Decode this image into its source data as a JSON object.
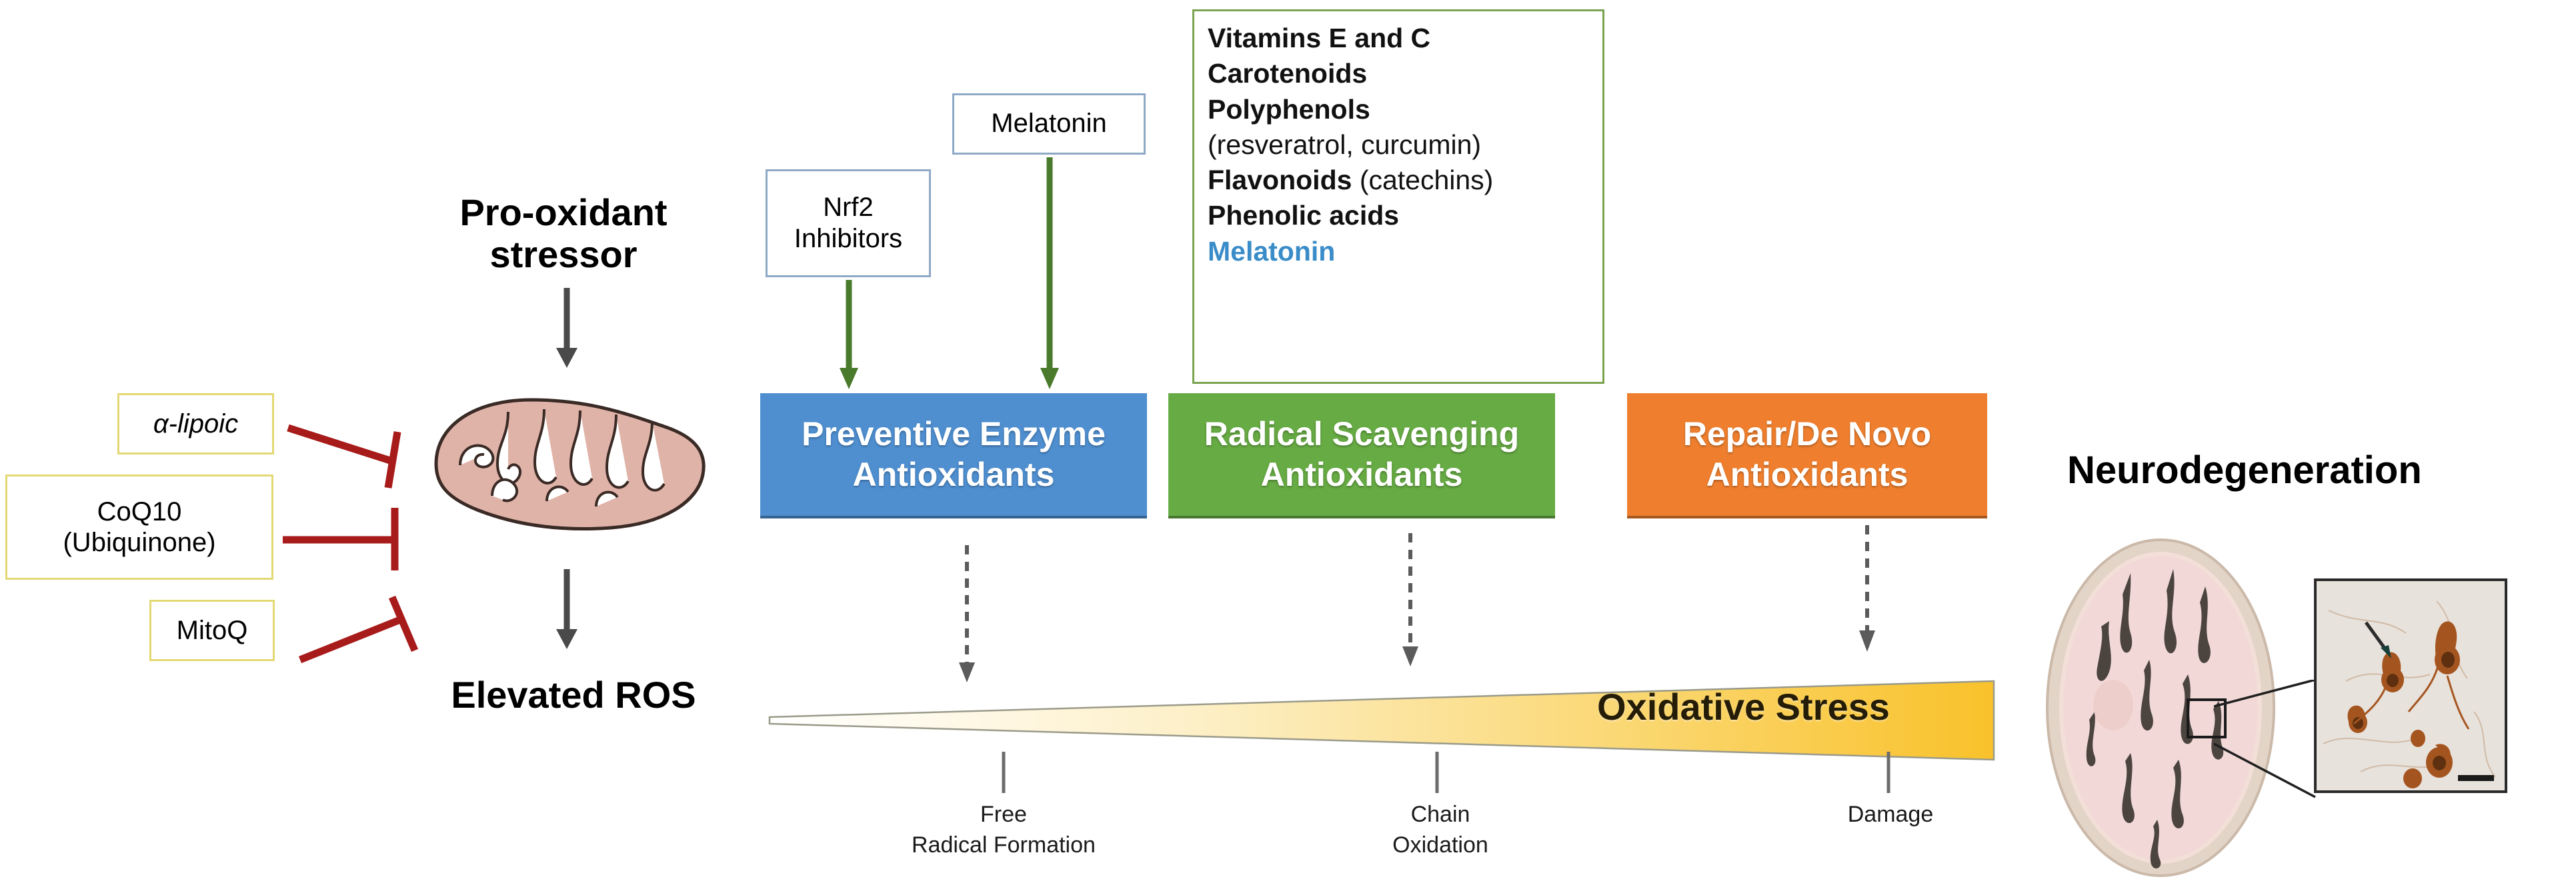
{
  "mito_inhibitors": [
    {
      "label": "α-lipoic",
      "italic": true
    },
    {
      "label": "CoQ10\n(Ubiquinone)",
      "italic": false
    },
    {
      "label": "MitoQ",
      "italic": false
    }
  ],
  "pathway": {
    "stressor": "Pro-oxidant\nstressor",
    "elevated_ros": "Elevated ROS",
    "organelle": "mitochondrion"
  },
  "upstream_boxes": [
    {
      "label": "Nrf2\nInhibitors"
    },
    {
      "label": "Melatonin"
    }
  ],
  "antioxidant_list": [
    {
      "text": "Vitamins E and C",
      "style": "bold"
    },
    {
      "text": "Carotenoids",
      "style": "bold"
    },
    {
      "text": "Polyphenols",
      "style": "bold"
    },
    {
      "text": "(resveratrol, curcumin)",
      "style": "normal"
    },
    {
      "text": "Flavonoids (catechins)",
      "style": "bold-lead",
      "bold_part": "Flavonoids",
      "normal_part": " (catechins)"
    },
    {
      "text": "Phenolic acids",
      "style": "bold"
    },
    {
      "text": "Melatonin",
      "style": "highlight"
    }
  ],
  "categories": [
    {
      "label": "Preventive Enzyme\nAntioxidants",
      "color": "#4f8fd0"
    },
    {
      "label": "Radical Scavenging\nAntioxidants",
      "color": "#67ab44"
    },
    {
      "label": "Repair/De Novo\nAntioxidants",
      "color": "#ef7f2e"
    }
  ],
  "gradient": {
    "label": "Oxidative Stress",
    "start_color": "#ffffff",
    "end_color": "#f9c22b"
  },
  "stage_labels": [
    {
      "text": "Free\nRadical Formation"
    },
    {
      "text": "Chain\nOxidation"
    },
    {
      "text": "Damage"
    }
  ],
  "outcome": {
    "title": "Neurodegeneration"
  },
  "colors": {
    "inhibition_red": "#a81b1b",
    "arrow_green": "#4a7a2b",
    "arrow_gray": "#4a4a4a",
    "box_yellow_border": "#e3d873",
    "box_blue_border": "#8ea9c6",
    "box_green_border": "#7aa34f",
    "melatonin_blue": "#3a8cc8",
    "mito_fill": "#e0b3a8"
  }
}
